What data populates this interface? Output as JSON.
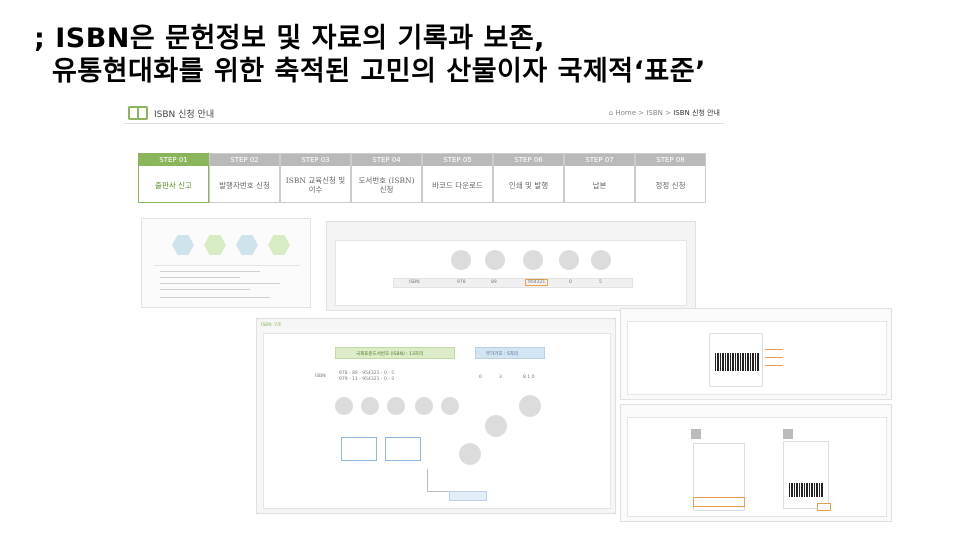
{
  "slide": {
    "title_line1": "; ISBN은 문헌정보 및 자료의 기록과 보존,",
    "title_line2": "유통현대화를 위한 축적된 고민의 산물이자 국제적‘표준’"
  },
  "screenshot": {
    "header_title": "ISBN 신청 안내",
    "breadcrumb": {
      "home": "Home",
      "sep1": ">",
      "section": "ISBN",
      "sep2": ">",
      "current": "ISBN 신청 안내"
    },
    "steps": [
      {
        "num": "STEP 01",
        "label": "출판사 신고",
        "active": true
      },
      {
        "num": "STEP 02",
        "label": "발행자번호 신청",
        "active": false
      },
      {
        "num": "STEP 03",
        "label": "ISBN 교육신청 및 이수",
        "active": false
      },
      {
        "num": "STEP 04",
        "label": "도서번호 (ISBN) 신청",
        "active": false
      },
      {
        "num": "STEP 05",
        "label": "바코드 다운로드",
        "active": false
      },
      {
        "num": "STEP 06",
        "label": "인쇄 및 발행",
        "active": false
      },
      {
        "num": "STEP 07",
        "label": "납본",
        "active": false
      },
      {
        "num": "STEP 08",
        "label": "정정 신청",
        "active": false
      }
    ]
  },
  "figures": {
    "b_isbn": {
      "prefix": "ISBN",
      "parts": [
        "978",
        "89",
        "954321",
        "0",
        "5"
      ]
    },
    "c_label": "ISBN 구조",
    "c_rows": [
      "978 - 89 - 954321 - 0 - 5",
      "979 - 11 - 954321 - 0 - 3"
    ],
    "c_boxes": [
      "국제표준도서번호 (ISBN) : 13자리",
      "부가기호 : 5자리"
    ],
    "c_addon": [
      "0",
      "3",
      "8 1 0"
    ],
    "colors": {
      "accent_green": "#8ab55a",
      "step_gray": "#b9b9b9"
    }
  }
}
